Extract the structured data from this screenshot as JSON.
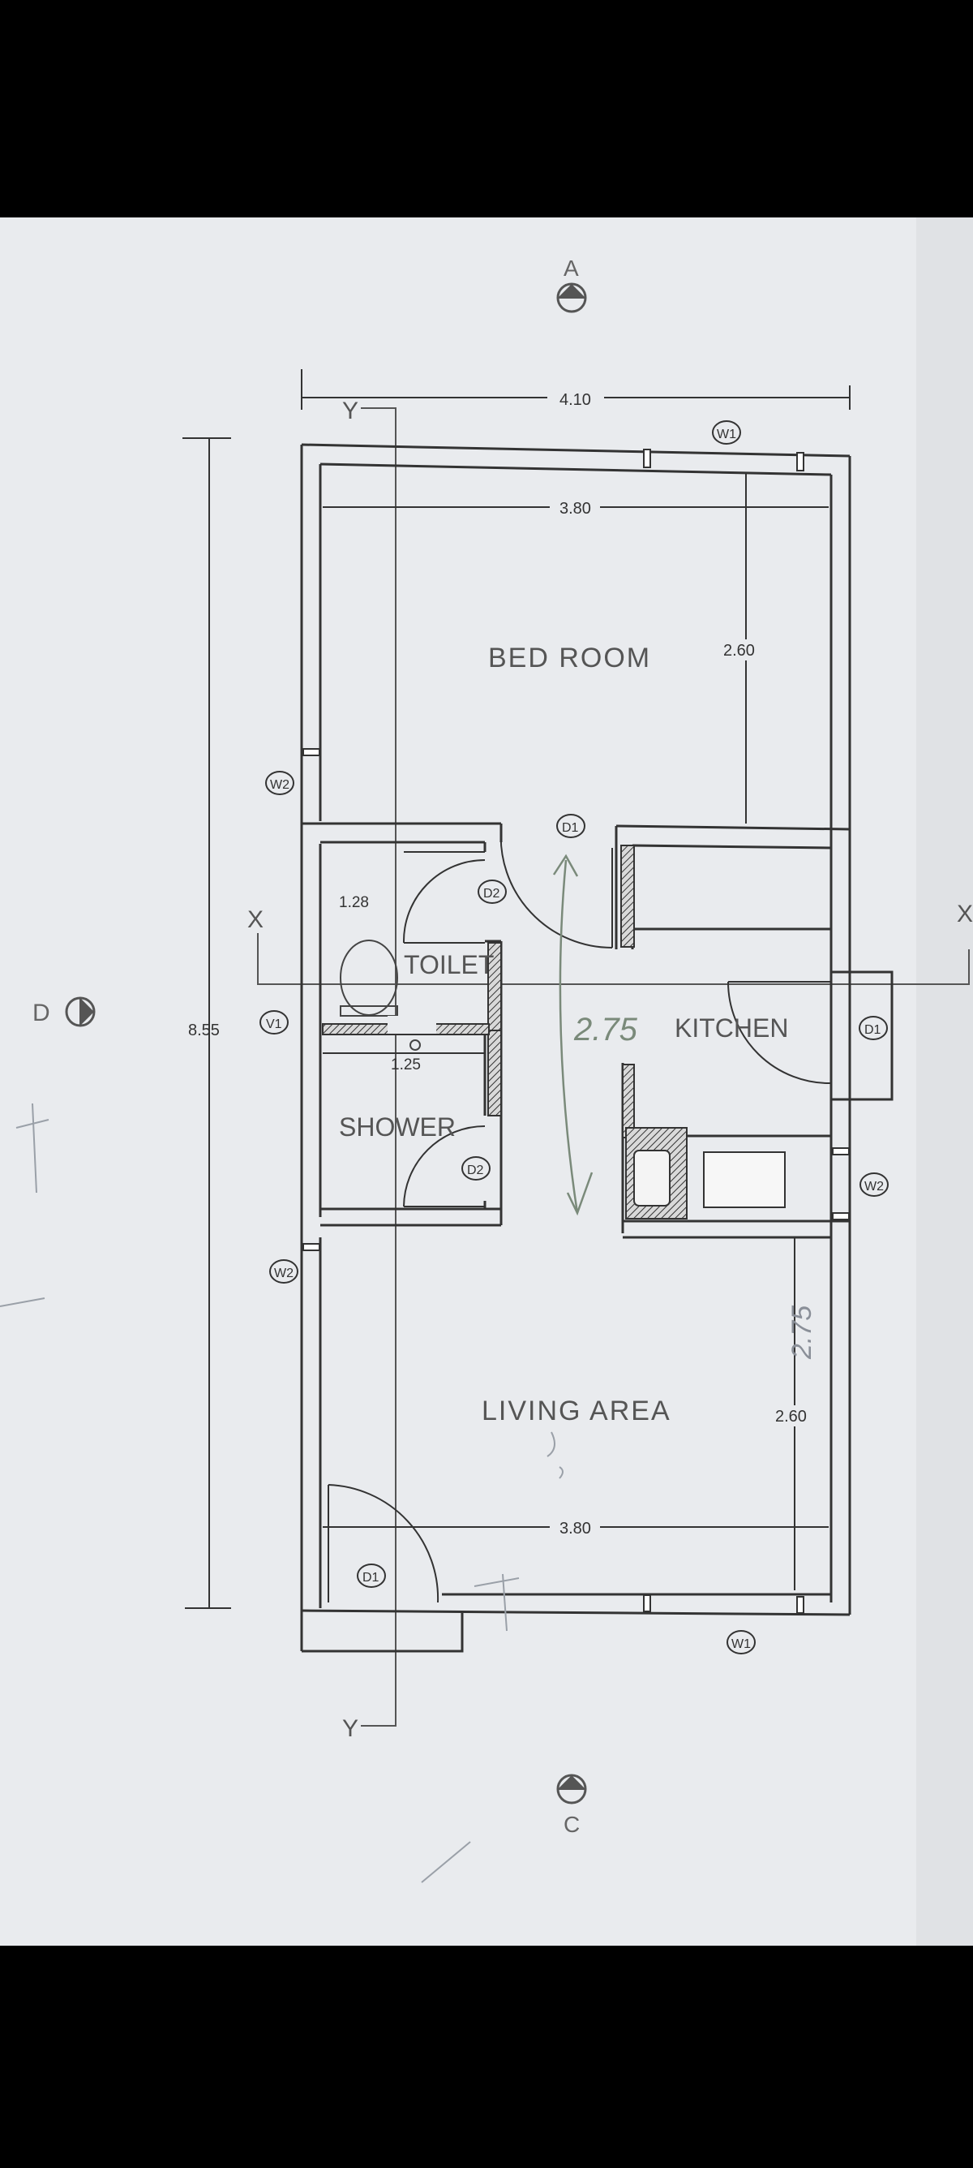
{
  "plan": {
    "section_top": "A",
    "section_bottom": "C",
    "section_left": "D",
    "axis_y_top": "Y",
    "axis_y_bottom": "Y",
    "axis_x_left": "X",
    "axis_x_right": "X",
    "dims": {
      "overall_width": "4.10",
      "overall_length": "8.55",
      "bed_inner_width": "3.80",
      "bed_depth": "2.60",
      "living_inner_width": "3.80",
      "living_depth": "2.60",
      "toilet_width": "1.28",
      "shower_width": "1.25"
    },
    "rooms": {
      "bedroom": "BED ROOM",
      "toilet": "TOILET",
      "shower": "SHOWER",
      "kitchen": "KITCHEN",
      "living": "LIVING AREA"
    },
    "tags": {
      "w1_top": "W1",
      "w1_bottom": "W1",
      "w2_bed": "W2",
      "w2_living": "W2",
      "w2_kitchen": "W2",
      "v1": "V1",
      "d1_bed": "D1",
      "d1_kitchen": "D1",
      "d1_entry": "D1",
      "d2_toilet": "D2",
      "d2_shower": "D2"
    },
    "handwritten": {
      "kitchen_note": "2.75",
      "living_note": "2.75"
    }
  }
}
